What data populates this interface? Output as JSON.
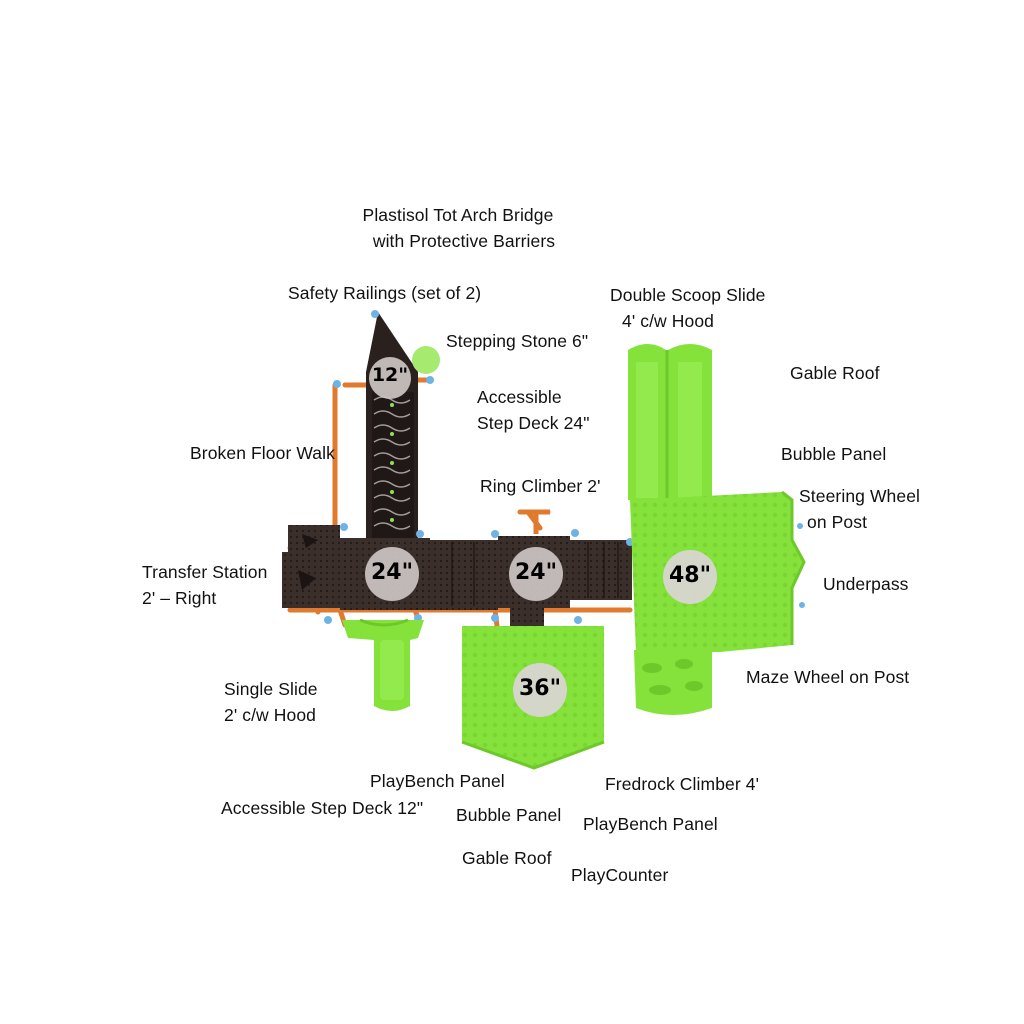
{
  "labels": {
    "tot_bridge": [
      "Plastisol Tot Arch Bridge",
      "with Protective Barriers"
    ],
    "safety_railings": "Safety Railings (set of 2)",
    "double_slide": [
      "Double Scoop Slide",
      "4' c/w Hood"
    ],
    "stepping_stone": "Stepping Stone 6\"",
    "gable_roof_right": "Gable Roof",
    "step_deck_24": [
      "Accessible",
      "Step Deck 24\""
    ],
    "broken_floor": "Broken Floor Walk",
    "bubble_panel_right": "Bubble Panel",
    "ring_climber": "Ring Climber 2'",
    "steering_wheel": [
      "Steering Wheel",
      "on Post"
    ],
    "transfer_station": [
      "Transfer Station",
      "2' – Right"
    ],
    "underpass": "Underpass",
    "maze_wheel": "Maze Wheel on Post",
    "single_slide": [
      "Single Slide",
      "2' c/w Hood"
    ],
    "playbench_left": "PlayBench Panel",
    "fredrock": "Fredrock Climber 4'",
    "step_deck_12": "Accessible Step Deck 12\"",
    "bubble_panel_bottom": "Bubble Panel",
    "playbench_right": "PlayBench Panel",
    "gable_roof_bottom": "Gable Roof",
    "playcounter": "PlayCounter"
  },
  "heights": {
    "h12": "12\"",
    "h24a": "24\"",
    "h24b": "24\"",
    "h36": "36\"",
    "h48": "48\""
  },
  "colors": {
    "green": "#84e23a",
    "deck": "#3a2d2a",
    "frame": "#e07a2e",
    "post_cap": "#6fb2e6"
  }
}
